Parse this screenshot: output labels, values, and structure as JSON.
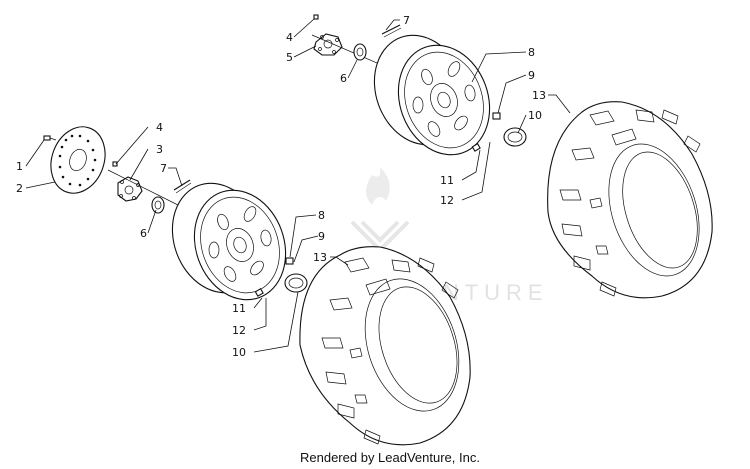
{
  "callouts": {
    "front": {
      "c1": "1",
      "c2": "2",
      "c3": "3",
      "c4": "4",
      "c6": "6",
      "c7": "7",
      "c8": "8",
      "c9": "9",
      "c10": "10",
      "c11": "11",
      "c12": "12",
      "c13": "13"
    },
    "rear": {
      "c4": "4",
      "c5": "5",
      "c6": "6",
      "c7": "7",
      "c8": "8",
      "c9": "9",
      "c10": "10",
      "c11": "11",
      "c12": "12",
      "c13": "13"
    }
  },
  "watermark": {
    "text": "LEADVENTURE"
  },
  "footer": {
    "text": "Rendered by LeadVenture, Inc."
  }
}
